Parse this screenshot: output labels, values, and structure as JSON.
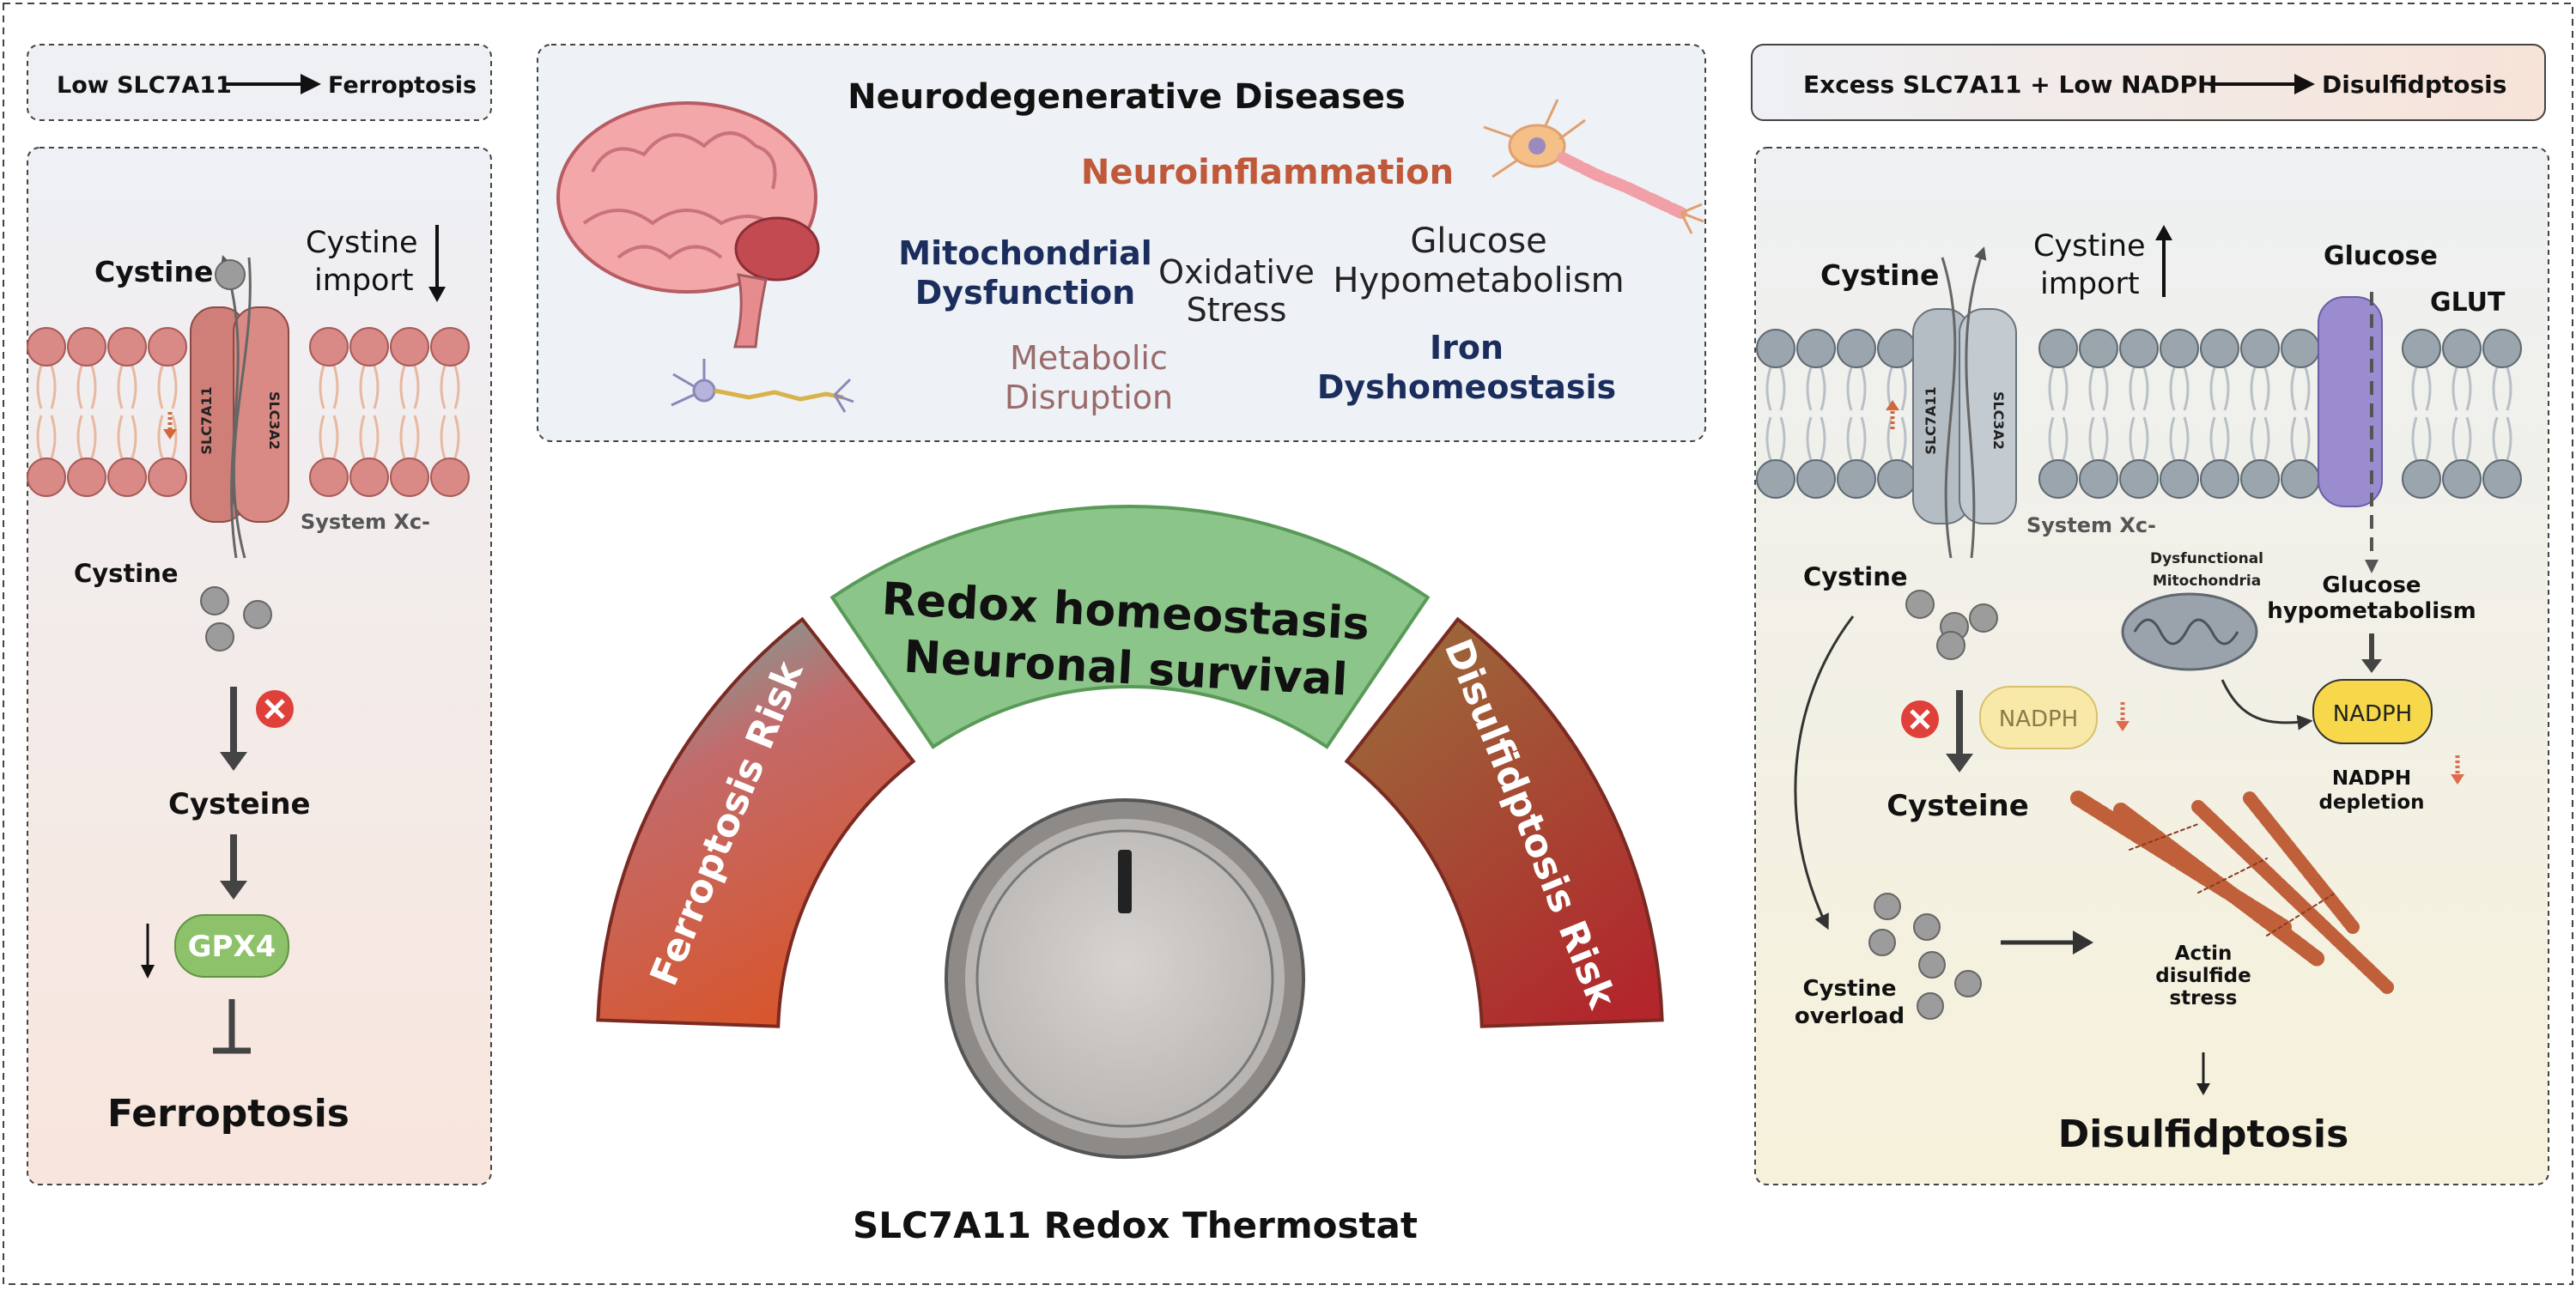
{
  "left": {
    "header": {
      "cause": "Low SLC7A11",
      "effect": "Ferroptosis"
    },
    "cystine_top": "Cystine",
    "cystine_import": [
      "Cystine",
      "import"
    ],
    "slc7a11": "SLC7A11",
    "slc3a2": "SLC3A2",
    "system_xc": "System Xc-",
    "cystine_inside": "Cystine",
    "cysteine": "Cysteine",
    "gpx4": "GPX4",
    "outcome": "Ferroptosis"
  },
  "center": {
    "title": "Neurodegenerative Diseases",
    "neuroinflammation": "Neuroinflammation",
    "mitochondrial": [
      "Mitochondrial",
      "Dysfunction"
    ],
    "oxidative": [
      "Oxidative",
      "Stress"
    ],
    "glucose": [
      "Glucose",
      "Hypometabolism"
    ],
    "metabolic": [
      "Metabolic",
      "Disruption"
    ],
    "iron": [
      "Iron",
      "Dyshomeostasis"
    ],
    "gauge_top": [
      "Redox homeostasis",
      "Neuronal survival"
    ],
    "gauge_left": "Ferroptosis Risk",
    "gauge_right": "Disulfidptosis Risk",
    "caption": "SLC7A11 Redox Thermostat"
  },
  "right": {
    "header": {
      "cause": "Excess SLC7A11 + Low NADPH",
      "effect": "Disulfidptosis"
    },
    "cystine_top": "Cystine",
    "cystine_import": [
      "Cystine",
      "import"
    ],
    "glucose": "Glucose",
    "glut": "GLUT",
    "slc7a11": "SLC7A11",
    "slc3a2": "SLC3A2",
    "system_xc": "System Xc-",
    "cystine_inside": "Cystine",
    "dysfunctional_mito": [
      "Dysfunctional",
      "Mitochondria"
    ],
    "glucose_hypo": [
      "Glucose",
      "hypometabolism"
    ],
    "nadph_faded": "NADPH",
    "nadph": "NADPH",
    "nadph_depletion": [
      "NADPH",
      "depletion"
    ],
    "cysteine": "Cysteine",
    "cystine_overload": [
      "Cystine",
      "overload"
    ],
    "actin_stress": [
      "Actin",
      "disulfide",
      "stress"
    ],
    "outcome": "Disulfidptosis"
  },
  "colors": {
    "panel_border": "#555555",
    "left_panel_fill": "#f5ece8",
    "right_panel_fill": "#f4f1e2",
    "center_panel_fill": "#eef2f6",
    "membrane_left": "#d98a86",
    "membrane_right": "#9aa5ad",
    "gauge_green": "#8cc58a",
    "navy": "#1a2d5c",
    "rust": "#c0583a",
    "mauve": "#9a6b6b",
    "gpx4_green": "#8dc16a",
    "nadph_yellow": "#f6d84a",
    "inhibit_red": "#e0403a"
  },
  "icons": [
    "brain-illustration",
    "neuron-icon",
    "small-neuron-icon",
    "mitochondria-icon",
    "actin-filament-illustration",
    "thermostat-dial-icon",
    "inhibit-x-icon"
  ]
}
